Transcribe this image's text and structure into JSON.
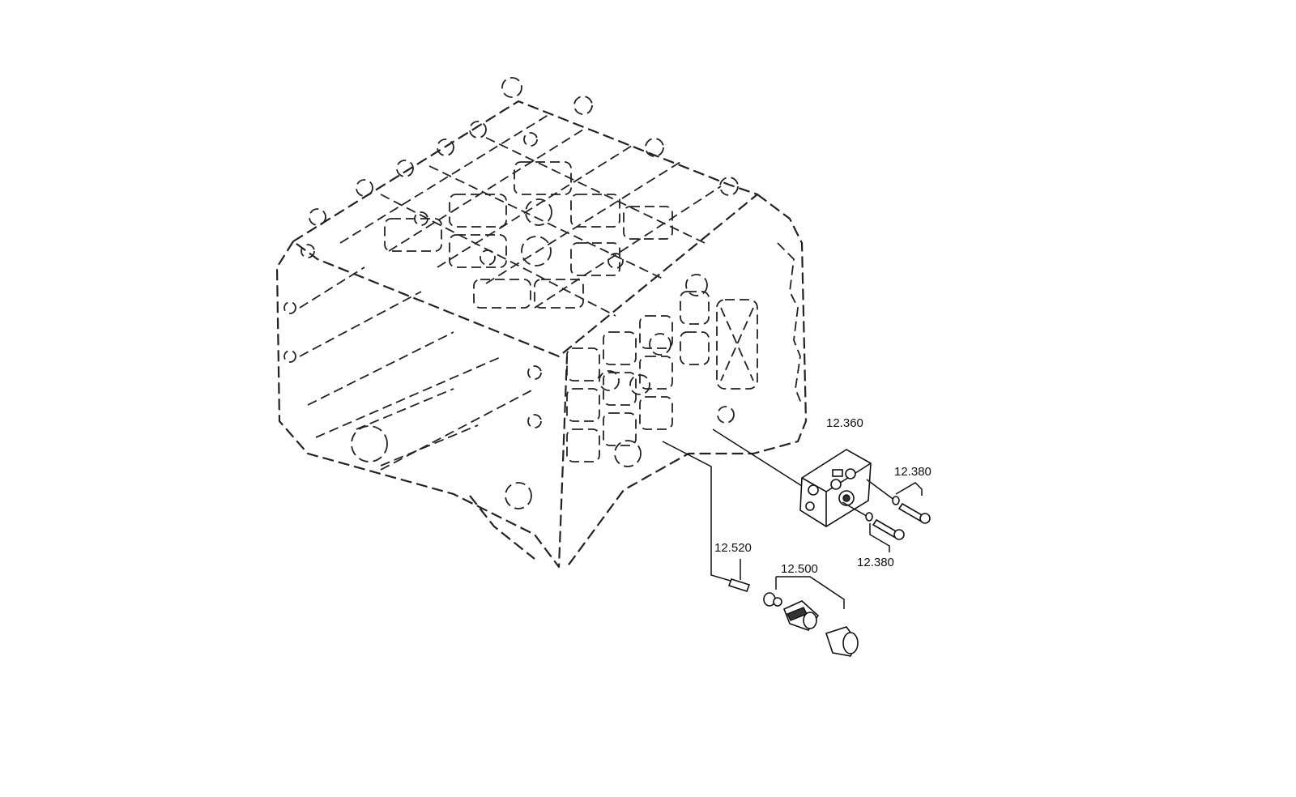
{
  "callouts": {
    "solenoid_block": "12.360",
    "bolt_upper": "12.380",
    "bolt_lower": "12.380",
    "pin": "12.520",
    "sensor_group": "12.500"
  }
}
